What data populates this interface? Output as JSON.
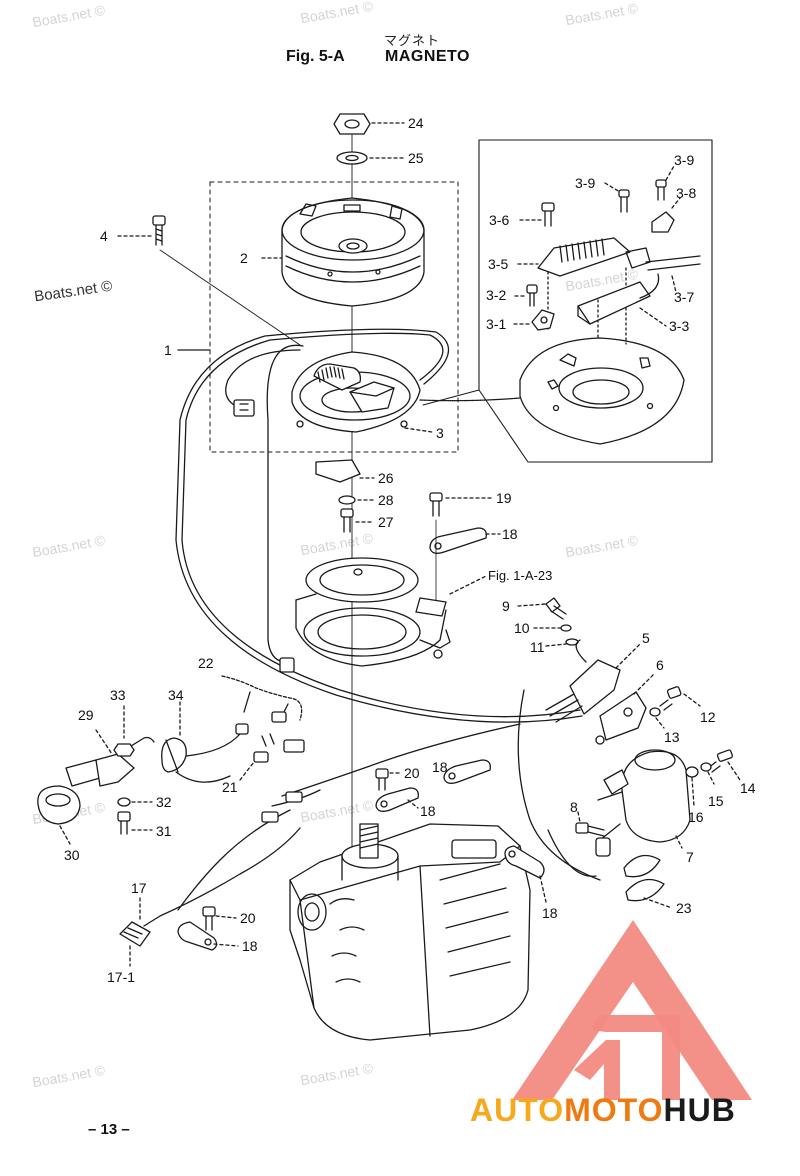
{
  "header": {
    "japanese_title": "マグネト",
    "figure_number": "Fig. 5-A",
    "figure_title": "MAGNETO"
  },
  "page_number": "– 13 –",
  "watermark_text": "Boats.net ©",
  "reference_label": "Fig. 1-A-23",
  "part_labels": [
    {
      "id": "24",
      "text": "24"
    },
    {
      "id": "25",
      "text": "25"
    },
    {
      "id": "4",
      "text": "4"
    },
    {
      "id": "2",
      "text": "2"
    },
    {
      "id": "1",
      "text": "1"
    },
    {
      "id": "3",
      "text": "3"
    },
    {
      "id": "3-9a",
      "text": "3-9"
    },
    {
      "id": "3-9b",
      "text": "3-9"
    },
    {
      "id": "3-8",
      "text": "3-8"
    },
    {
      "id": "3-6",
      "text": "3-6"
    },
    {
      "id": "3-5",
      "text": "3-5"
    },
    {
      "id": "3-2",
      "text": "3-2"
    },
    {
      "id": "3-7",
      "text": "3-7"
    },
    {
      "id": "3-1",
      "text": "3-1"
    },
    {
      "id": "3-3",
      "text": "3-3"
    },
    {
      "id": "26",
      "text": "26"
    },
    {
      "id": "28",
      "text": "28"
    },
    {
      "id": "27",
      "text": "27"
    },
    {
      "id": "19",
      "text": "19"
    },
    {
      "id": "18a",
      "text": "18"
    },
    {
      "id": "9",
      "text": "9"
    },
    {
      "id": "10",
      "text": "10"
    },
    {
      "id": "11",
      "text": "11"
    },
    {
      "id": "5",
      "text": "5"
    },
    {
      "id": "6",
      "text": "6"
    },
    {
      "id": "22",
      "text": "22"
    },
    {
      "id": "33",
      "text": "33"
    },
    {
      "id": "34",
      "text": "34"
    },
    {
      "id": "29",
      "text": "29"
    },
    {
      "id": "12",
      "text": "12"
    },
    {
      "id": "13",
      "text": "13"
    },
    {
      "id": "14",
      "text": "14"
    },
    {
      "id": "21",
      "text": "21"
    },
    {
      "id": "20a",
      "text": "20"
    },
    {
      "id": "18b",
      "text": "18"
    },
    {
      "id": "15",
      "text": "15"
    },
    {
      "id": "16",
      "text": "16"
    },
    {
      "id": "32",
      "text": "32"
    },
    {
      "id": "31",
      "text": "31"
    },
    {
      "id": "30",
      "text": "30"
    },
    {
      "id": "18c",
      "text": "18"
    },
    {
      "id": "8",
      "text": "8"
    },
    {
      "id": "7",
      "text": "7"
    },
    {
      "id": "17",
      "text": "17"
    },
    {
      "id": "18d",
      "text": "18"
    },
    {
      "id": "23",
      "text": "23"
    },
    {
      "id": "20b",
      "text": "20"
    },
    {
      "id": "18e",
      "text": "18"
    },
    {
      "id": "17-1",
      "text": "17-1"
    }
  ],
  "brand": {
    "part1": "AUTO",
    "part2": "MOTO",
    "part3": "HUB",
    "logo_color": "#f28b82",
    "color_1": "#f7a81b",
    "color_2": "#f07a12",
    "color_3": "#1b1b1b"
  }
}
